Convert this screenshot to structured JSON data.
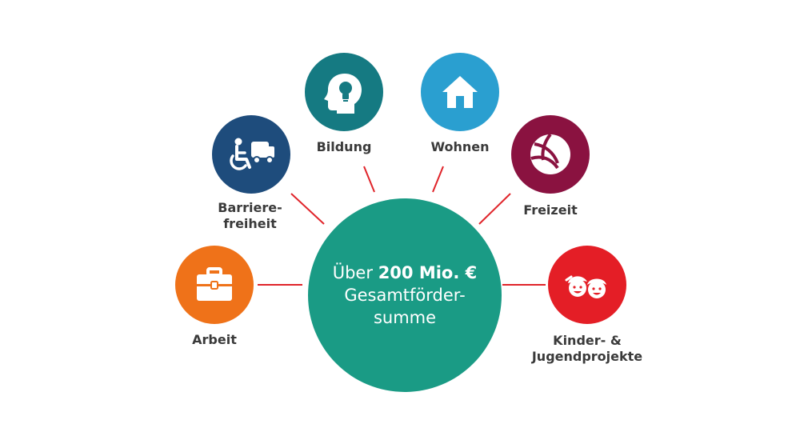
{
  "center": {
    "line1_prefix": "Über",
    "line1_bold": "200 Mio. €",
    "line2": "Gesamtförder-",
    "line3": "summe",
    "color": "#1a9b85"
  },
  "connector_color": "#e0242a",
  "categories": [
    {
      "label_lines": [
        "Arbeit"
      ],
      "icon": "briefcase-icon",
      "color": "#ef7219"
    },
    {
      "label_lines": [
        "Barriere-",
        "freiheit"
      ],
      "icon": "wheelchair-vehicle-icon",
      "color": "#1e4c7c"
    },
    {
      "label_lines": [
        "Bildung"
      ],
      "icon": "head-lightbulb-icon",
      "color": "#157a82"
    },
    {
      "label_lines": [
        "Wohnen"
      ],
      "icon": "house-icon",
      "color": "#2a9fd0"
    },
    {
      "label_lines": [
        "Freizeit"
      ],
      "icon": "beach-ball-icon",
      "color": "#8a1240"
    },
    {
      "label_lines": [
        "Kinder- &",
        "Jugendprojekte"
      ],
      "icon": "children-faces-icon",
      "color": "#e41e26"
    }
  ]
}
